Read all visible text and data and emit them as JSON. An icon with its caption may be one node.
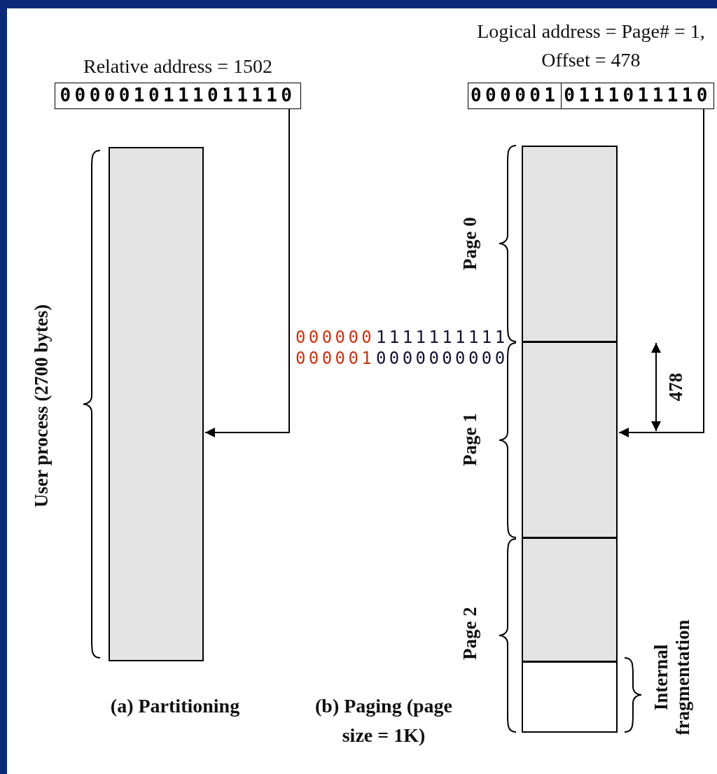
{
  "diagram": {
    "nodes": [
      {
        "text": [
          "Relative address = 1502",
          "0000010111011110"
        ]
      },
      {
        "text": [
          "Logical address = Page# = 1, Offset = 478",
          "000001",
          "0111011110"
        ]
      },
      {
        "text": [],
        "shape": "box"
      },
      {
        "text": [],
        "shape": "box"
      },
      {
        "text": [],
        "shape": "box"
      },
      {
        "text": [],
        "shape": "box"
      },
      {
        "text": [],
        "shape": "box"
      }
    ],
    "edges": [
      {
        "from": 0,
        "to": 2,
        "arrow": "to"
      },
      {
        "from": 1,
        "to": 4,
        "arrow": "to"
      }
    ],
    "labels": [
      "Page 0",
      "000000",
      "1111111111",
      "000001",
      "0000000000",
      "User process (2700 bytes)",
      "478",
      "Page 1",
      "Page 2",
      "Internal fragmentation",
      "(a) Partitioning",
      "(b) Paging (page size = 1K)"
    ]
  }
}
